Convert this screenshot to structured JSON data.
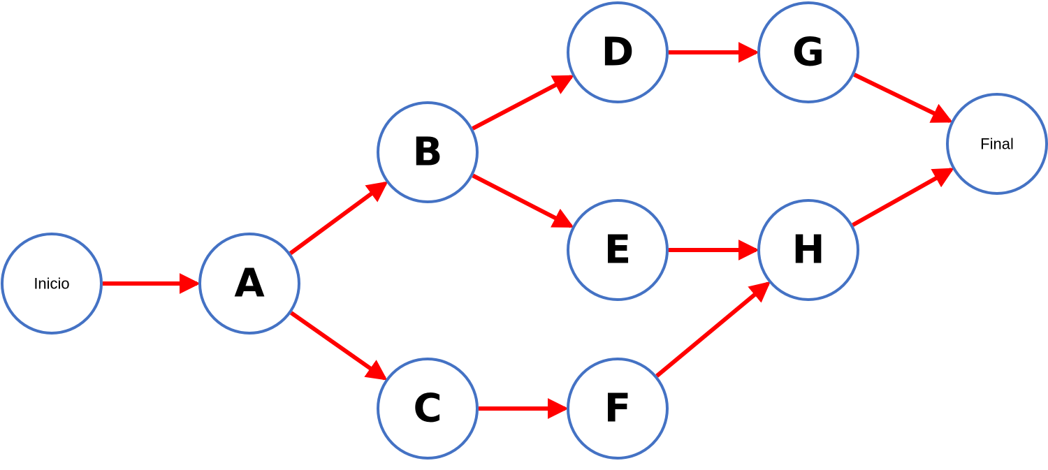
{
  "colors": {
    "edge": "#FF0000",
    "node_stroke": "#4472C4",
    "node_fill": "#FFFFFF",
    "text": "#000000"
  },
  "nodes": [
    {
      "id": "inicio",
      "label": "Inicio",
      "style": "small"
    },
    {
      "id": "A",
      "label": "A",
      "style": "big"
    },
    {
      "id": "B",
      "label": "B",
      "style": "big"
    },
    {
      "id": "C",
      "label": "C",
      "style": "big"
    },
    {
      "id": "D",
      "label": "D",
      "style": "big"
    },
    {
      "id": "E",
      "label": "E",
      "style": "big"
    },
    {
      "id": "F",
      "label": "F",
      "style": "big"
    },
    {
      "id": "G",
      "label": "G",
      "style": "big"
    },
    {
      "id": "H",
      "label": "H",
      "style": "big"
    },
    {
      "id": "final",
      "label": "Final",
      "style": "small"
    }
  ],
  "edges": [
    {
      "from": "inicio",
      "to": "A"
    },
    {
      "from": "A",
      "to": "B"
    },
    {
      "from": "A",
      "to": "C"
    },
    {
      "from": "B",
      "to": "D"
    },
    {
      "from": "B",
      "to": "E"
    },
    {
      "from": "C",
      "to": "F"
    },
    {
      "from": "D",
      "to": "G"
    },
    {
      "from": "E",
      "to": "H"
    },
    {
      "from": "F",
      "to": "H"
    },
    {
      "from": "G",
      "to": "final"
    },
    {
      "from": "H",
      "to": "final"
    }
  ]
}
